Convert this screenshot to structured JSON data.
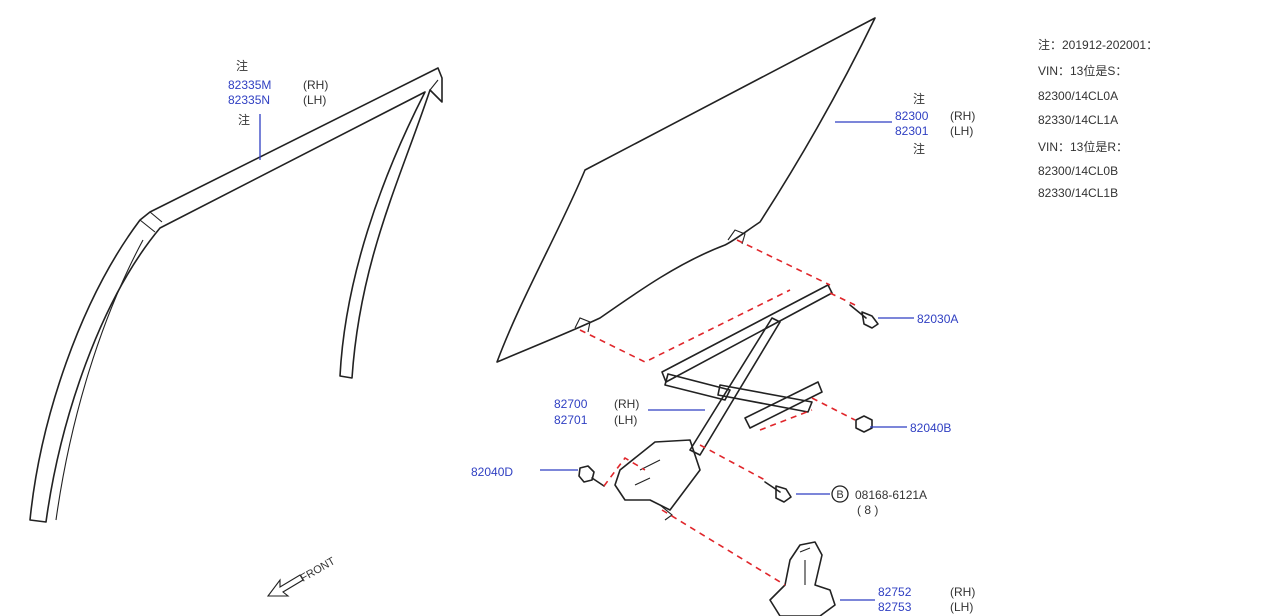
{
  "colors": {
    "part_number": "#2f3fc2",
    "dashed_line": "#e0262b",
    "line": "#222222"
  },
  "sash": {
    "note_top": "注",
    "pn_rh": "82335M",
    "rh": "(RH)",
    "pn_lh": "82335N",
    "lh": "(LH)",
    "note_bottom": "注"
  },
  "glass": {
    "note_top": "注",
    "pn_rh": "82300",
    "rh": "(RH)",
    "pn_lh": "82301",
    "lh": "(LH)",
    "note_bottom": "注"
  },
  "bolt_a": {
    "pn": "82030A"
  },
  "regulator": {
    "pn_rh": "82700",
    "rh": "(RH)",
    "pn_lh": "82701",
    "lh": "(LH)"
  },
  "nut_b": {
    "pn": "82040B"
  },
  "bolt_d": {
    "pn": "82040D"
  },
  "bolt_std": {
    "badge": "B",
    "pn": "08168-6121A",
    "qty": "( 8 )"
  },
  "motor": {
    "pn_rh": "82752",
    "rh": "(RH)",
    "pn_lh": "82753",
    "lh": "(LH)"
  },
  "front_label": "FRONT",
  "notes": [
    "注：201912-202001：",
    "VIN：13位是S：",
    "82300/14CL0A",
    "82330/14CL1A",
    "VIN：13位是R：",
    "82300/14CL0B",
    "82330/14CL1B"
  ]
}
